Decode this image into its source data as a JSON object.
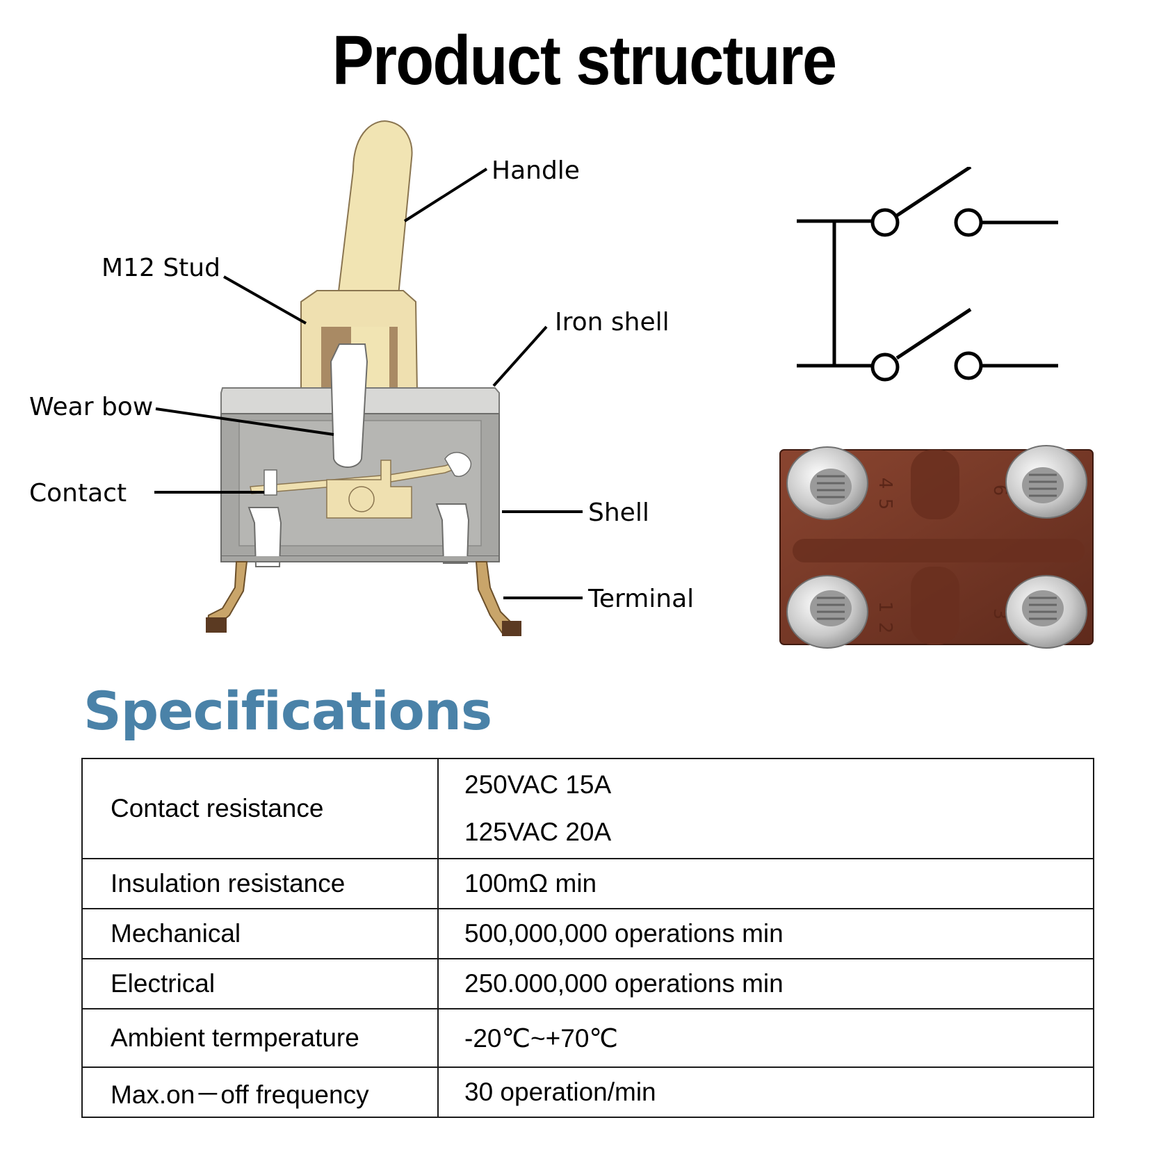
{
  "title": "Product structure",
  "callouts": {
    "handle": "Handle",
    "m12_stud": "M12 Stud",
    "iron_shell": "Iron shell",
    "wear_bow": "Wear bow",
    "contact": "Contact",
    "shell": "Shell",
    "terminal": "Terminal"
  },
  "terminal_numbers": [
    "4",
    "5",
    "6",
    "1",
    "2",
    "3"
  ],
  "colors": {
    "handle": "#f1e4b3",
    "stud": "#efe0b0",
    "shell": "#a6a6a3",
    "base": "#7a3a28",
    "spec_title": "#4a82a8"
  },
  "specifications": {
    "title": "Specifications",
    "rows": [
      {
        "label": "Contact resistance",
        "values": [
          "250VAC  15A",
          "125VAC   20A"
        ]
      },
      {
        "label": "Insulation resistance",
        "values": [
          "100mΩ min"
        ]
      },
      {
        "label": "Mechanical",
        "values": [
          "500,000,000 operations min"
        ]
      },
      {
        "label": "Electrical",
        "values": [
          "250.000,000 operations min"
        ]
      },
      {
        "label": "Ambient termperature",
        "values": [
          "-20℃~+70℃"
        ]
      },
      {
        "label": "Max.on－off frequency",
        "values": [
          "30 operation/min"
        ]
      }
    ]
  }
}
